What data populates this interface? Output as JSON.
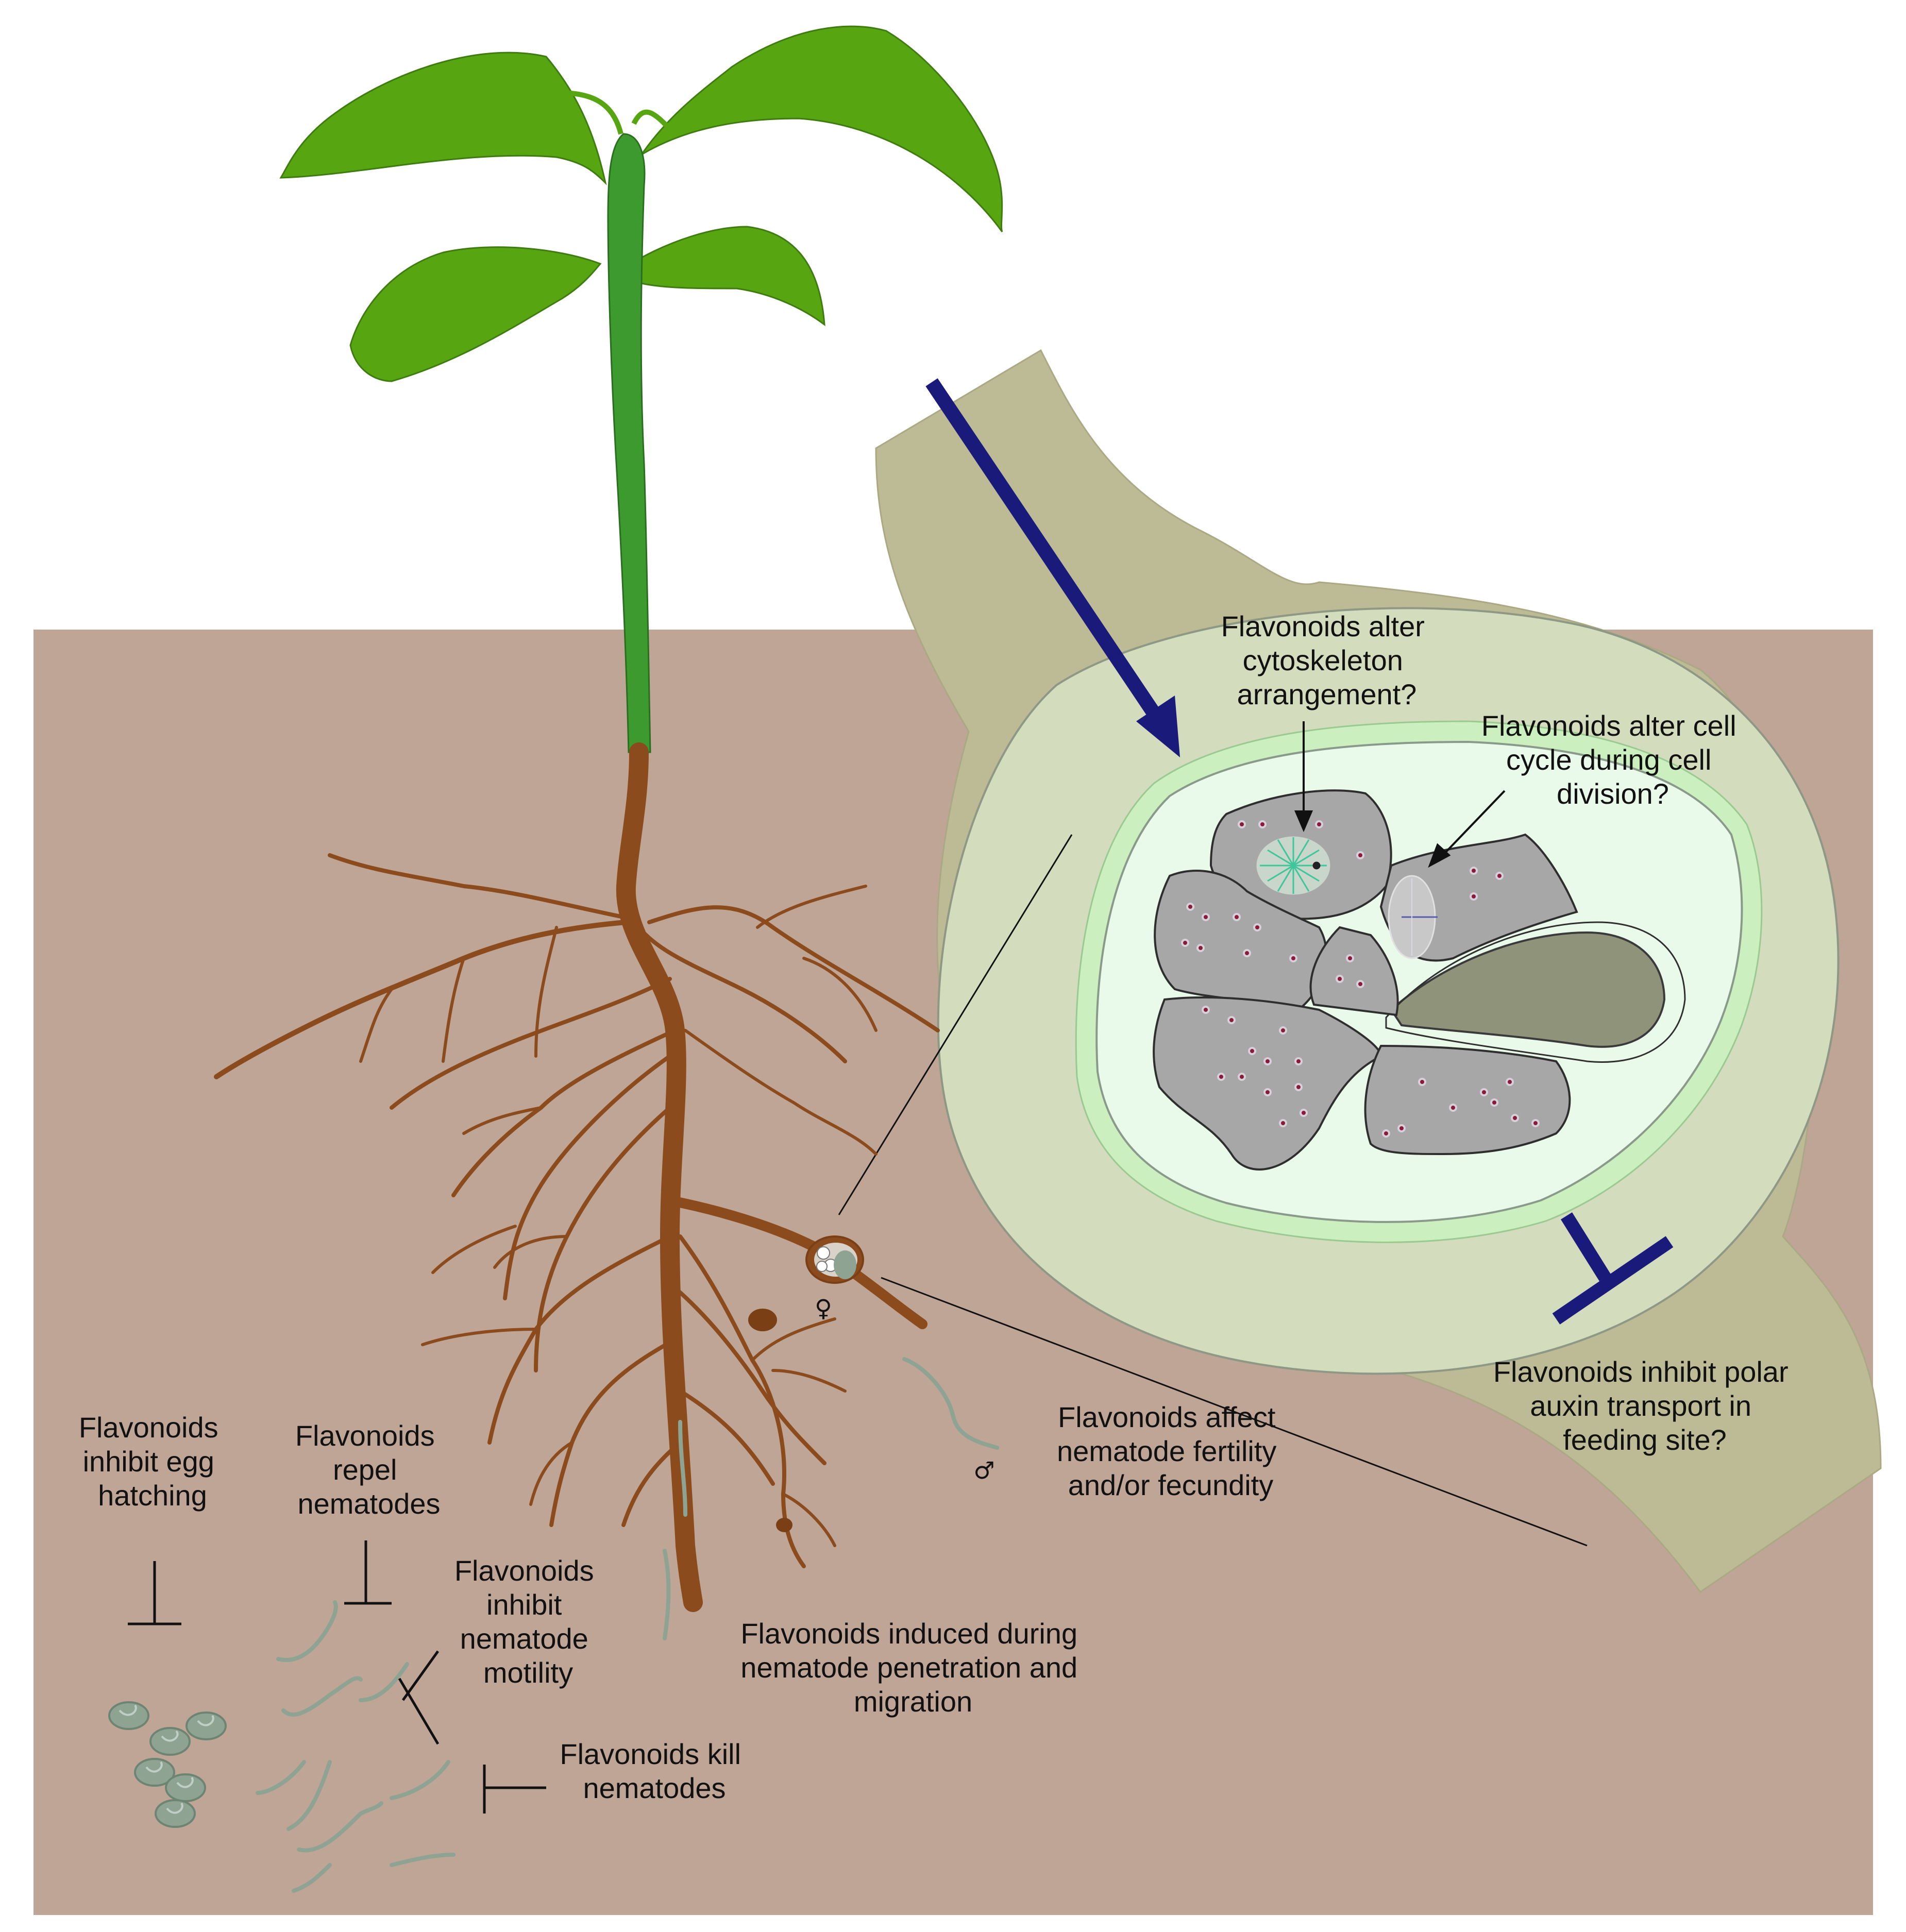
{
  "labels": {
    "egg_hatching": [
      "Flavonoids",
      "inhibit egg",
      "hatching"
    ],
    "repel": [
      "Flavonoids",
      "repel",
      "nematodes"
    ],
    "motility": [
      "Flavonoids",
      "inhibit",
      "nematode",
      "motility"
    ],
    "kill": [
      "Flavonoids kill",
      "nematodes"
    ],
    "induced": [
      "Flavonoids induced during",
      "nematode penetration and",
      "migration"
    ],
    "fertility": [
      "Flavonoids affect",
      "nematode fertility",
      "and/or fecundity"
    ],
    "cytoskeleton": [
      "Flavonoids alter",
      "cytoskeleton",
      "arrangement?"
    ],
    "cell_cycle": [
      "Flavonoids alter cell",
      "cycle during cell",
      "division?"
    ],
    "auxin": [
      "Flavonoids inhibit polar",
      "auxin transport in",
      "feeding site?"
    ]
  },
  "symbols": {
    "female": "♀",
    "male": "♂"
  },
  "colors": {
    "soil": "#bfa595",
    "leaf": "#58a512",
    "stem": "#3d9a2e",
    "root": "#8b4b1c",
    "root_zoom": "#bcbb96",
    "feeding_site": "#d3dcbd",
    "vascular_ring": "#dff5d8",
    "giant_cell": "#a7a7a7",
    "xylem": "#8f937a",
    "inhibition_arrow": "#1a1a7a",
    "nematode": "#8fa393"
  }
}
